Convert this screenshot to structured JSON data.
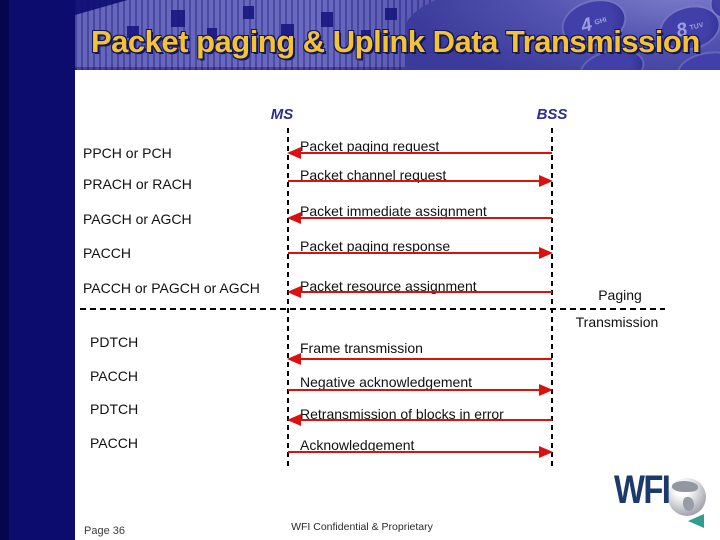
{
  "slide_title": "Packet paging & Uplink Data Transmission",
  "banner": {
    "keys": [
      {
        "digit": "4",
        "letters": "GHI"
      },
      {
        "digit": "8",
        "letters": "TUV"
      }
    ]
  },
  "diagram": {
    "ms_label": "MS",
    "bss_label": "BSS",
    "phase_labels": {
      "paging": "Paging",
      "transmission": "Transmission"
    },
    "rows": [
      {
        "channel": "PPCH or PCH",
        "message": "Packet paging request",
        "direction": "to-ms"
      },
      {
        "channel": "PRACH or RACH",
        "message": "Packet channel request",
        "direction": "to-bss"
      },
      {
        "channel": "PAGCH or AGCH",
        "message": "Packet immediate assignment",
        "direction": "to-ms"
      },
      {
        "channel": "PACCH",
        "message": "Packet paging response",
        "direction": "to-bss"
      },
      {
        "channel": "PACCH or PAGCH or AGCH",
        "message": "Packet resource assignment",
        "direction": "to-ms"
      },
      {
        "channel": "PDTCH",
        "message": "Frame transmission",
        "direction": "to-ms"
      },
      {
        "channel": "PACCH",
        "message": "Negative acknowledgement",
        "direction": "to-bss"
      },
      {
        "channel": "PDTCH",
        "message": "Retransmission of blocks in error",
        "direction": "to-ms"
      },
      {
        "channel": "PACCH",
        "message": "Acknowledgement",
        "direction": "to-bss"
      }
    ]
  },
  "footer": {
    "page_label": "Page 36",
    "confidential_label": "WFI Confidential & Proprietary"
  },
  "logo": {
    "text": "WFI"
  },
  "colors": {
    "arrow_red": "#dd1010",
    "sidebar_navy": "#0c0c6e",
    "title_gold": "#f2c431",
    "endpoint_blue": "#2d2d96",
    "logo_navy": "#1b3a6b",
    "logo_teal": "#2f9e8f"
  }
}
